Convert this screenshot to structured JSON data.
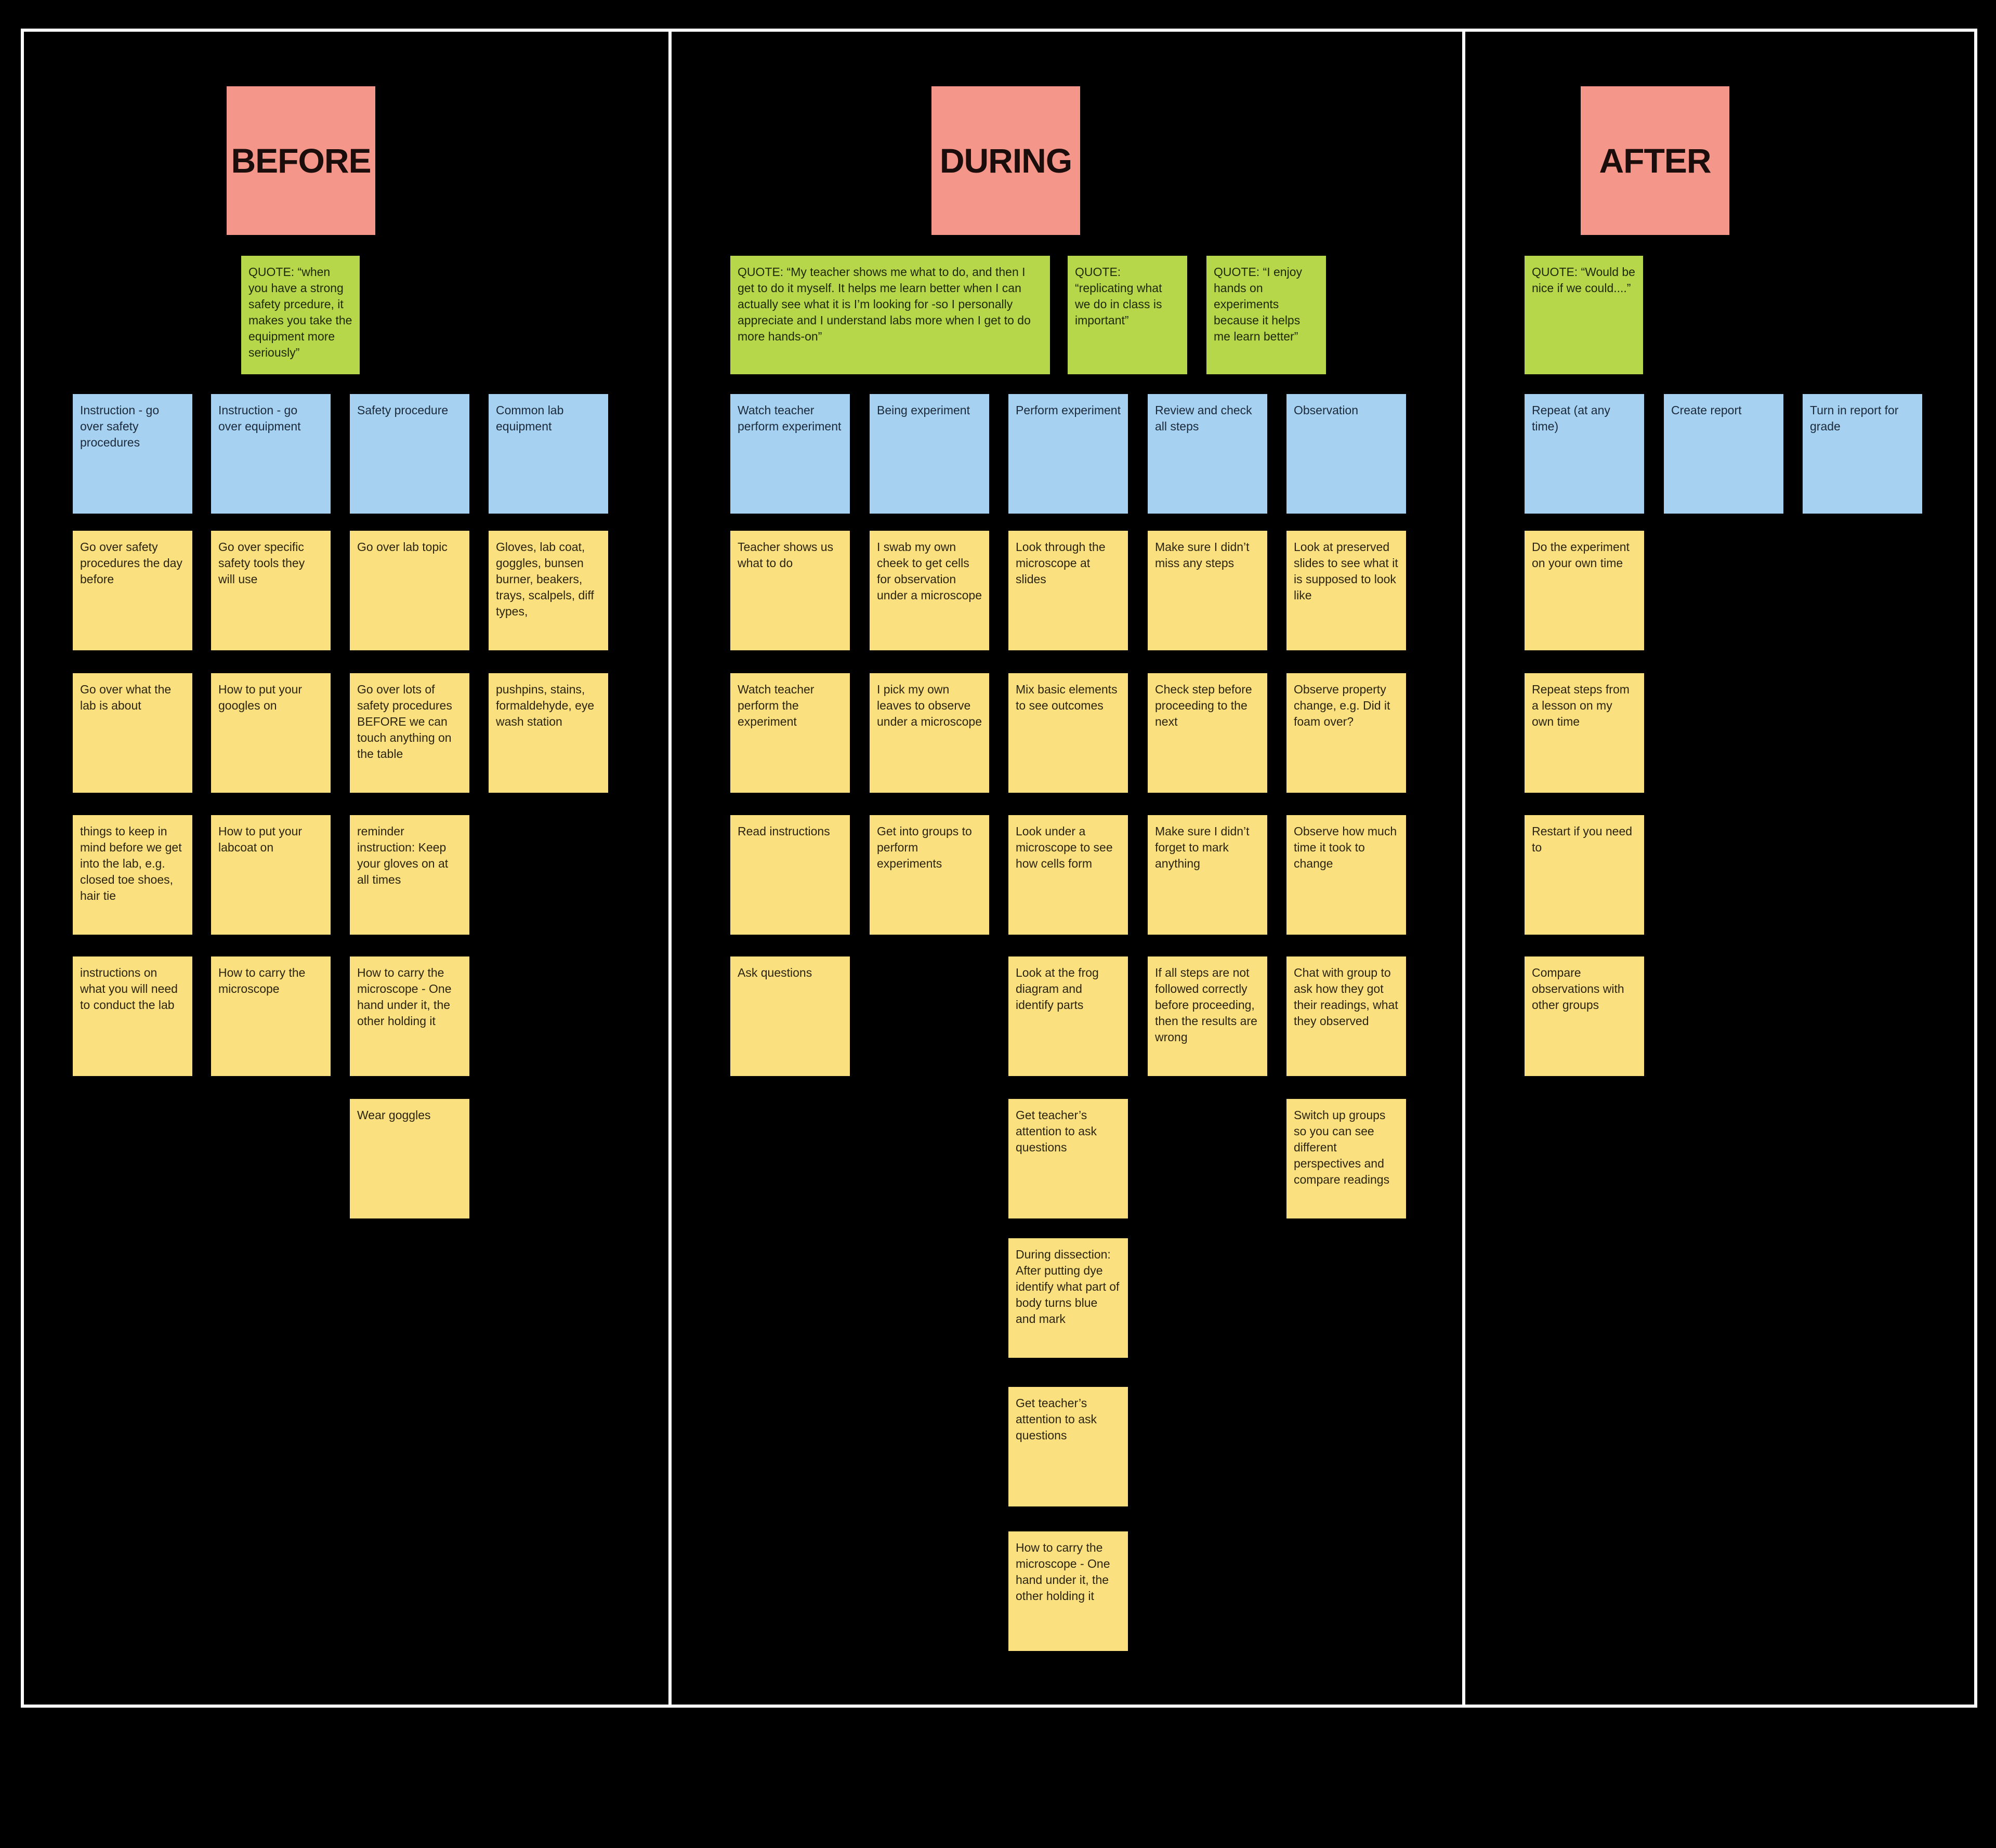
{
  "phases": {
    "before": "BEFORE",
    "during": "DURING",
    "after": "AFTER"
  },
  "quotes": {
    "before": "QUOTE: “when you have a strong safety prcedure, it makes you take the equipment more seriously”",
    "during_1": "QUOTE: “My teacher shows me what to do, and then I get to do it myself. It helps me learn better when I can actually see what it is I’m looking for -so I personally appreciate and I understand labs more when I get to do more hands-on”",
    "during_2": "QUOTE: “replicating what we do in class is important”",
    "during_3": "QUOTE: “I enjoy hands on experiments because it helps me learn better”",
    "after": "QUOTE: “Would be nice if we could....”"
  },
  "before": {
    "c1": {
      "header": "Instruction - go over safety procedures",
      "items": [
        "Go over safety procedures the day before",
        "Go over what the lab is about",
        "things to keep in mind before we get into the lab, e.g. closed toe shoes, hair tie",
        "instructions on what you will need to conduct the lab"
      ]
    },
    "c2": {
      "header": "Instruction - go over equipment",
      "items": [
        "Go over specific safety tools they will use",
        "How to put your googles on",
        "How to put your labcoat on",
        "How to carry the microscope"
      ]
    },
    "c3": {
      "header": "Safety procedure",
      "items": [
        "Go over lab topic",
        "Go over lots of safety procedures BEFORE we can touch anything on the table",
        "reminder instruction: Keep your gloves on at all times",
        "How to carry the microscope - One hand under it, the other holding it",
        "Wear goggles"
      ]
    },
    "c4": {
      "header": "Common lab equipment",
      "items": [
        "Gloves, lab coat, goggles, bunsen burner, beakers, trays, scalpels, diff types,",
        "pushpins, stains, formaldehyde, eye wash station"
      ]
    }
  },
  "during": {
    "c1": {
      "header": "Watch teacher perform experiment",
      "items": [
        "Teacher shows us what to do",
        "Watch teacher perform the experiment",
        "Read instructions",
        "Ask questions"
      ]
    },
    "c2": {
      "header": "Being experiment",
      "items": [
        "I swab my own cheek to get cells for observation under a microscope",
        "I pick my own leaves to observe under a microscope",
        "Get into groups to perform experiments"
      ]
    },
    "c3": {
      "header": "Perform experiment",
      "items": [
        "Look through the microscope at slides",
        "Mix basic elements to see outcomes",
        "Look under a microscope to see how cells form",
        "Look at the frog diagram and identify parts",
        "Get teacher’s attention to ask questions",
        "During dissection: After putting dye identify what part of body turns blue and mark",
        "Get teacher’s attention to ask questions",
        "How to carry the microscope - One hand under it, the other holding it"
      ]
    },
    "c4": {
      "header": "Review and check all steps",
      "items": [
        "Make sure I didn’t miss any steps",
        "Check step before proceeding to the next",
        "Make sure I didn’t forget to mark anything",
        "If all steps are not followed correctly before proceeding, then the results are wrong"
      ]
    },
    "c5": {
      "header": "Observation",
      "items": [
        "Look at preserved slides to see what it is supposed to look like",
        "Observe property change, e.g. Did it foam over?",
        "Observe how much time it took to change",
        "Chat with group to ask how they got their readings, what they observed",
        "Switch up groups so you can see different perspectives and compare readings"
      ]
    }
  },
  "after": {
    "c1": {
      "header": "Repeat (at any time)",
      "items": [
        "Do the experiment on your own time",
        "Repeat steps from a lesson on my own time",
        "Restart if you need to",
        "Compare observations with other groups"
      ]
    },
    "c2": {
      "header": "Create report"
    },
    "c3": {
      "header": "Turn in report for grade"
    }
  }
}
